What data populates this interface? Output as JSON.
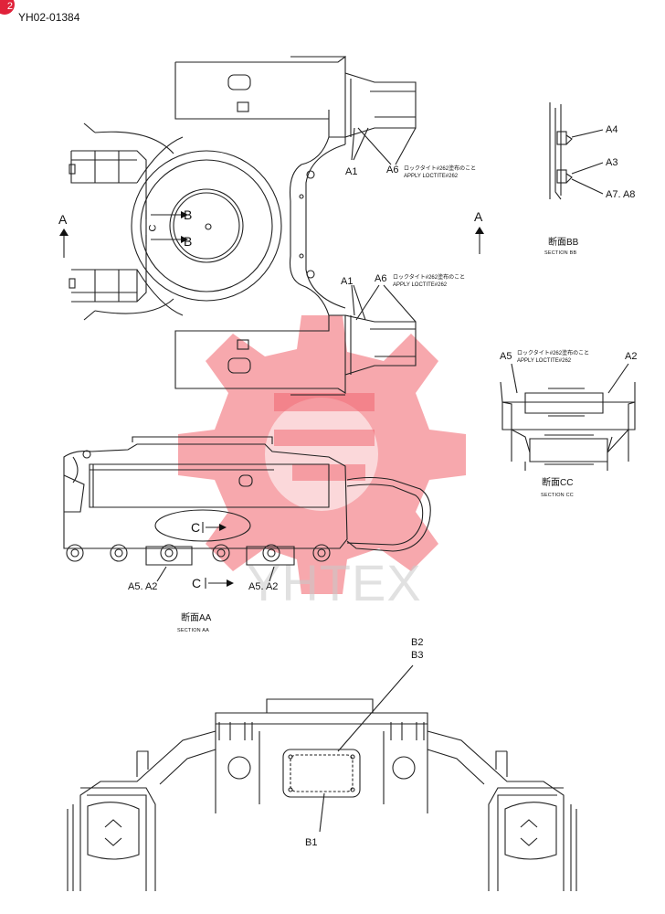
{
  "header": {
    "badge": "2",
    "doc_id": "YH02-01384"
  },
  "watermark": {
    "text": "YHTEX",
    "gear_color": "#f0606a"
  },
  "plan_view": {
    "arrow_left": "A",
    "arrow_right": "A",
    "label_b_upper": "B",
    "label_b_lower": "B",
    "label_c": "C",
    "label_a1_top": "A1",
    "label_a6_top": "A6",
    "note_jp_top": "ロックタイト#262塗布のこと",
    "note_en_top": "APPLY LOCTITE#262",
    "label_a1_bot": "A1",
    "label_a6_bot": "A6",
    "note_jp_bot": "ロックタイト#262塗布のこと",
    "note_en_bot": "APPLY LOCTITE#262"
  },
  "section_bb": {
    "label_a4": "A4",
    "label_a3": "A3",
    "label_a7a8": "A7. A8",
    "title_jp": "断面BB",
    "title_en": "SECTION BB"
  },
  "section_cc": {
    "label_a5": "A5",
    "note_jp": "ロックタイト#262塗布のこと",
    "note_en": "APPLY LOCTITE#262",
    "label_a2": "A2",
    "title_jp": "断面CC",
    "title_en": "SECTION CC"
  },
  "section_aa": {
    "label_c_upper": "C",
    "label_c_lower": "C",
    "label_left": "A5. A2",
    "label_right": "A5. A2",
    "title_jp": "断面AA",
    "title_en": "SECTION AA"
  },
  "front_view": {
    "label_b2": "B2",
    "label_b3": "B3",
    "label_b1": "B1"
  }
}
